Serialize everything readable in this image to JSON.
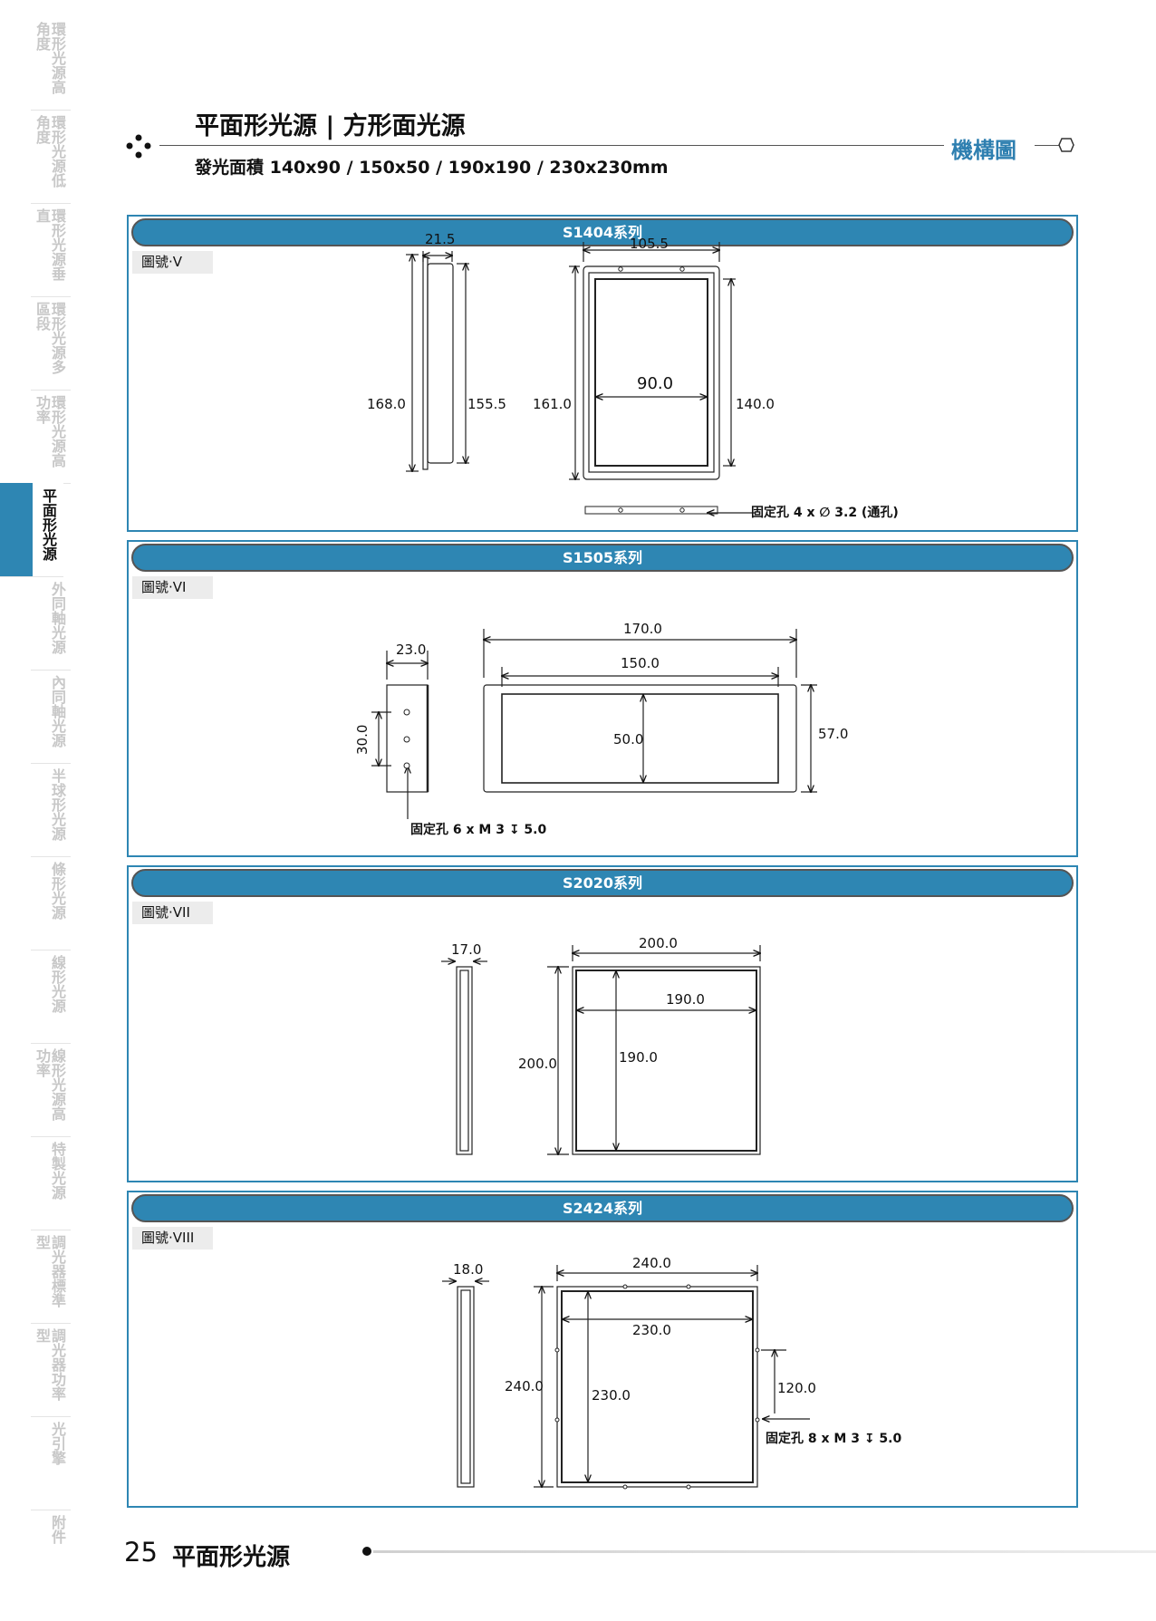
{
  "header": {
    "title": "平面形光源 | 方形面光源",
    "subtitle": "發光面積  140x90 / 150x50 / 190x190 / 230x230mm",
    "section_label": "機構圖"
  },
  "sidebar": {
    "items": [
      {
        "label": "環形光源高角度",
        "active": false
      },
      {
        "label": "環形光源低角度",
        "active": false
      },
      {
        "label": "環形光源垂直",
        "active": false
      },
      {
        "label": "環形光源多區段",
        "active": false
      },
      {
        "label": "環形光源高功率",
        "active": false
      },
      {
        "label": "平面形光源",
        "active": true
      },
      {
        "label": "外同軸光源",
        "active": false
      },
      {
        "label": "內同軸光源",
        "active": false
      },
      {
        "label": "半球形光源",
        "active": false
      },
      {
        "label": "條形光源",
        "active": false
      },
      {
        "label": "線形光源",
        "active": false
      },
      {
        "label": "線形光源高功率",
        "active": false
      },
      {
        "label": "特製光源",
        "active": false
      },
      {
        "label": "調光器標準型",
        "active": false
      },
      {
        "label": "調光器功率型",
        "active": false
      },
      {
        "label": "光引擎",
        "active": false
      },
      {
        "label": "附件",
        "active": false
      }
    ]
  },
  "panels": [
    {
      "series": "S1404系列",
      "figure": "圖號‧V",
      "dims": {
        "side_w": "21.5",
        "side_h_outer": "168.0",
        "side_h_inner": "155.5",
        "front_w": "105.5",
        "front_h_outer": "161.0",
        "front_w_inner": "90.0",
        "front_h_inner": "140.0"
      },
      "note": "固定孔 4 x ∅ 3.2 (通孔)"
    },
    {
      "series": "S1505系列",
      "figure": "圖號‧VI",
      "dims": {
        "side_w": "23.0",
        "side_h": "30.0",
        "front_w_outer": "170.0",
        "front_w_inner": "150.0",
        "front_h_inner": "50.0",
        "front_h_outer": "57.0"
      },
      "note": "固定孔 6 x M 3 ↧ 5.0"
    },
    {
      "series": "S2020系列",
      "figure": "圖號‧VII",
      "dims": {
        "side_w": "17.0",
        "front_w_outer": "200.0",
        "front_w_inner": "190.0",
        "front_h_outer": "200.0",
        "front_h_inner": "190.0"
      }
    },
    {
      "series": "S2424系列",
      "figure": "圖號‧VIII",
      "dims": {
        "side_w": "18.0",
        "front_w_outer": "240.0",
        "front_w_inner": "230.0",
        "front_h_outer": "240.0",
        "front_h_inner": "230.0",
        "hole_offset": "120.0"
      },
      "note": "固定孔 8 x M 3 ↧ 5.0"
    }
  ],
  "footer": {
    "page_number": "25",
    "title": "平面形光源"
  }
}
